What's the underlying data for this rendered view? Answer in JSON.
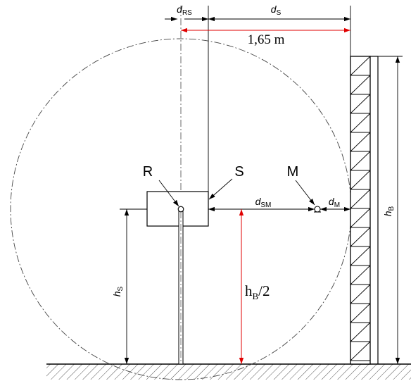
{
  "labels": {
    "d_rs": {
      "sym": "d",
      "sub": "RS"
    },
    "d_s": {
      "sym": "d",
      "sub": "S"
    },
    "distance_value": "1,65 m",
    "point_r": "R",
    "point_s": "S",
    "point_m": "M",
    "d_sm": {
      "sym": "d",
      "sub": "SM"
    },
    "d_m": {
      "sym": "d",
      "sub": "M"
    },
    "h_b": {
      "sym": "h",
      "sub": "B"
    },
    "h_s": {
      "sym": "h",
      "sub": "S"
    },
    "h_b_half": {
      "sym": "h",
      "sub": "B",
      "suffix": "/2"
    }
  },
  "colors": {
    "line": "#000000",
    "highlight": "#e00000",
    "hatch": "#555555"
  }
}
